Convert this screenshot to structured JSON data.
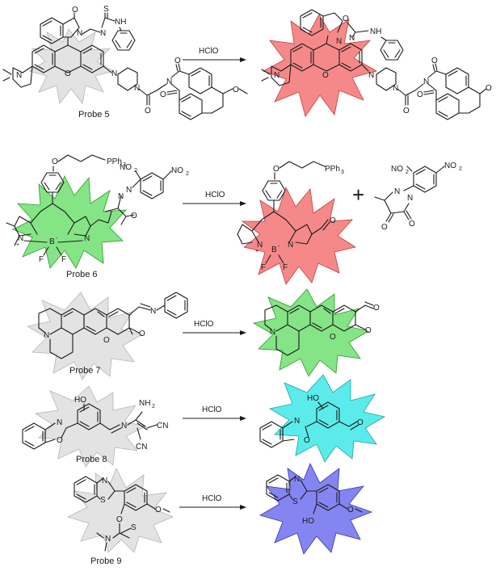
{
  "reagent": "HClO",
  "plus_sign": "+",
  "colors": {
    "gray_glow": "#d9d9d9",
    "green_glow": "#66dd66",
    "red_glow": "#f26b6b",
    "cyan_glow": "#33e6e6",
    "blue_glow": "#6666ee"
  },
  "probes": [
    {
      "label": "Probe 5",
      "product_glow": "red"
    },
    {
      "label": "Probe 6",
      "product_glow": "red"
    },
    {
      "label": "Probe 7",
      "product_glow": "green"
    },
    {
      "label": "Probe 8",
      "product_glow": "cyan"
    },
    {
      "label": "Probe 9",
      "product_glow": "blue"
    }
  ],
  "atoms": {
    "O": "O",
    "N": "N",
    "S": "S",
    "B": "B",
    "F": "F",
    "NH": "NH",
    "NH2": "NH",
    "two": "2",
    "HO": "HO",
    "NO2": "NO",
    "PPh3": "PPh",
    "three": "3",
    "CN": "CN",
    "plus": "+",
    "minus": "-"
  }
}
